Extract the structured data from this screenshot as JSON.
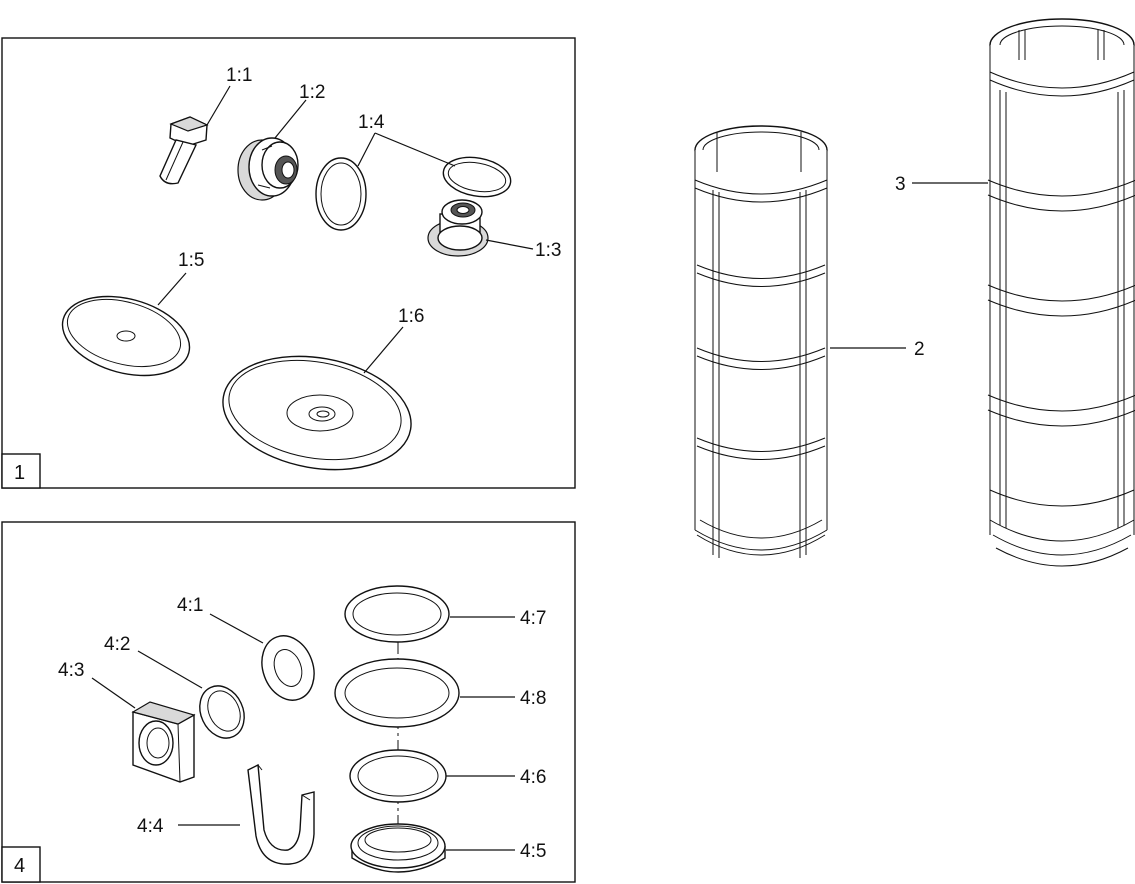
{
  "panel1": {
    "number": "1",
    "callouts": {
      "c11": "1:1",
      "c12": "1:2",
      "c13": "1:3",
      "c14": "1:4",
      "c15": "1:5",
      "c16": "1:6"
    }
  },
  "panel4": {
    "number": "4",
    "callouts": {
      "c41": "4:1",
      "c42": "4:2",
      "c43": "4:3",
      "c44": "4:4",
      "c45": "4:5",
      "c46": "4:6",
      "c47": "4:7",
      "c48": "4:8"
    }
  },
  "strainers": {
    "small": "2",
    "large": "3"
  }
}
